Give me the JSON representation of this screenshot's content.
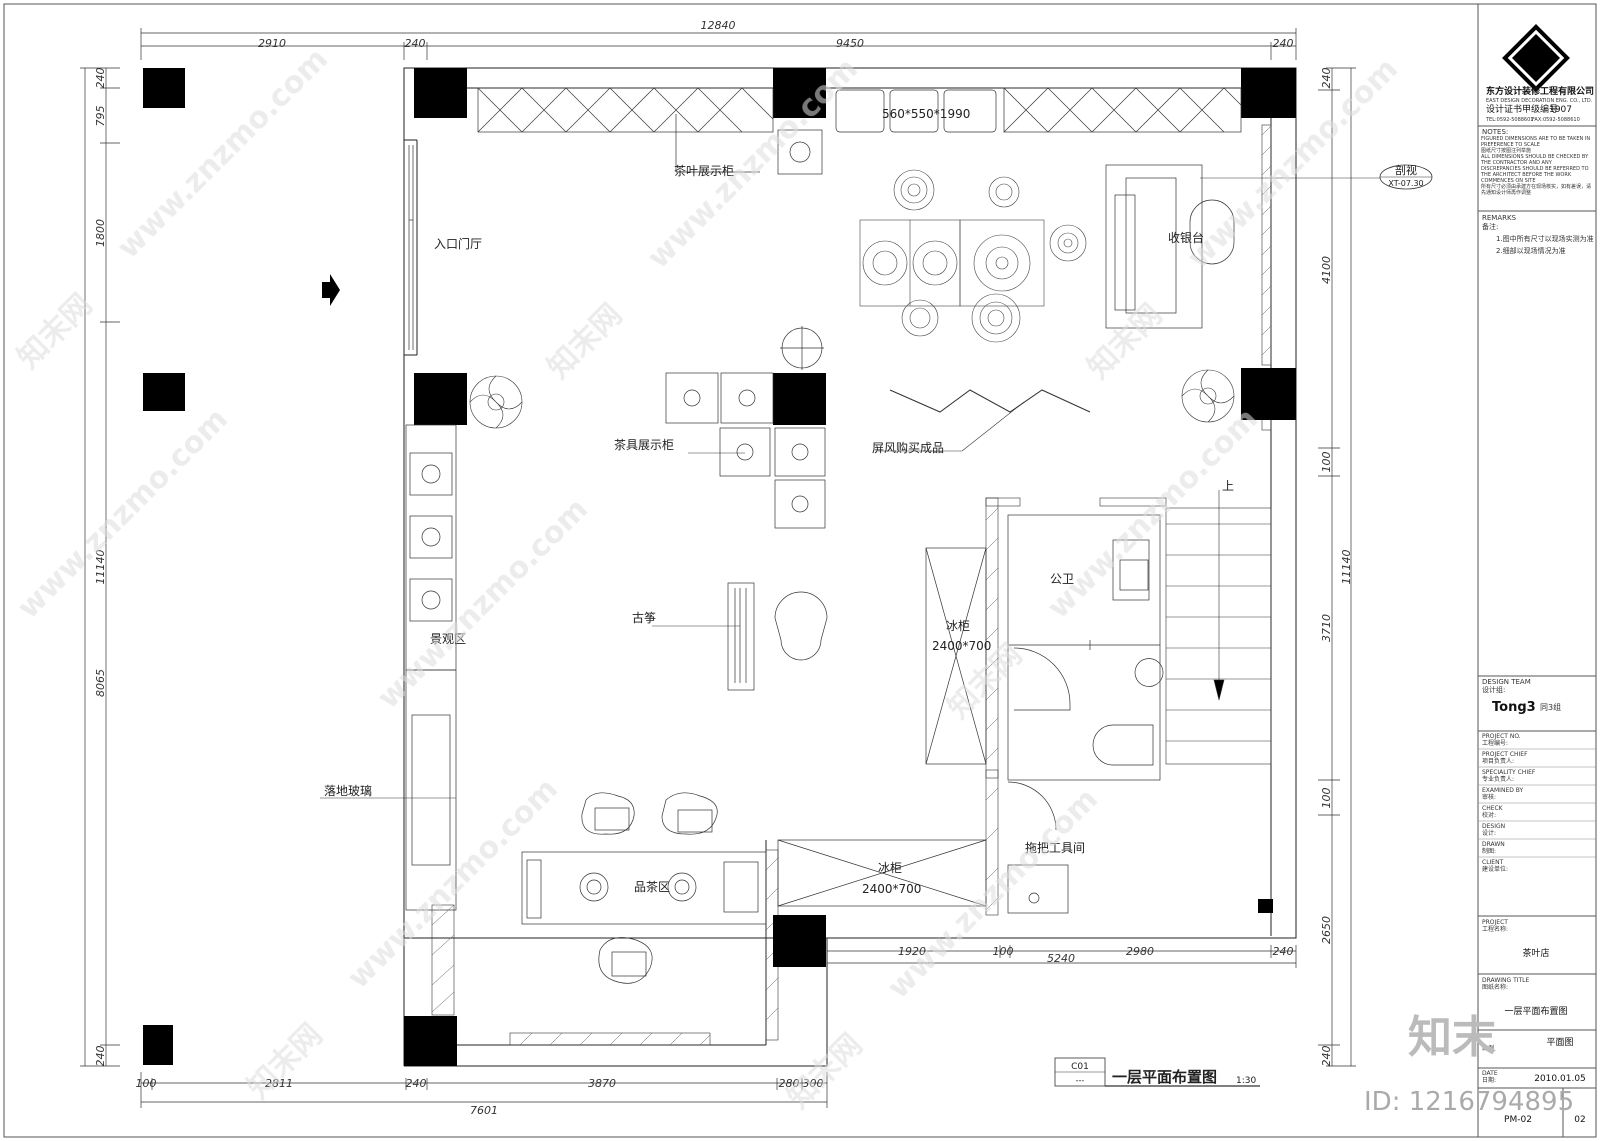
{
  "title_block": {
    "company_cn": "东方设计装修工程有限公司",
    "company_en": "EAST DESIGN DECORATION ENG. CO., LTD.",
    "cert_label": "设计证书甲级编号",
    "cert_no": "1907",
    "tel": "TEL:0592-5088601",
    "fax": "FAX:0592-5088610",
    "notes_head": "NOTES:",
    "notes_en": "FIGURED DIMENSIONS ARE TO BE TAKEN IN PREFERENCE TO SCALE",
    "notes_cn": "图纸尺寸按图注列举施",
    "notes_en2": "ALL DIMENSIONS SHOULD BE CHECKED BY THE CONTRACTOR AND ANY DISCREPANCIES SHOULD BE REFERRED TO THE ARCHITECT BEFORE THE WORK COMMENCES ON SITE",
    "notes_cn2": "所有尺寸必须由承建方在现场核实，如有差误，请先通知设计师再作调整",
    "remarks_head": "REMARKS",
    "remarks_cn": "备注:",
    "remarks": [
      "1.图中所有尺寸以现场实测为准",
      "2.细部以现场情况为准"
    ],
    "design_team": "DESIGN TEAM",
    "design_team_cn": "设计组:",
    "team_logo": "Tong3",
    "team_name": "同3组",
    "rows": [
      {
        "en": "PROJECT NO.",
        "cn": "工程编号:"
      },
      {
        "en": "PROJECT CHIEF",
        "cn": "项目负责人:"
      },
      {
        "en": "SPECIALITY CHIEF",
        "cn": "专业负责人:"
      },
      {
        "en": "EXAMINED BY",
        "cn": "审核:"
      },
      {
        "en": "CHECK",
        "cn": "校对:"
      },
      {
        "en": "DESIGN",
        "cn": "设计:"
      },
      {
        "en": "DRAWN",
        "cn": "制图:"
      },
      {
        "en": "CLIENT",
        "cn": "建设单位:"
      }
    ],
    "project_label": "PROJECT",
    "project_label_cn": "工程名称:",
    "project_name": "茶叶店",
    "drawing_title_label": "DRAWING TITLE",
    "drawing_title_cn": "图纸名称:",
    "drawing_title": "一层平面布置图",
    "scale_label": "比例",
    "scale_value": "平面图",
    "date_label": "DATE",
    "date_label_cn": "日期:",
    "date": "2010.01.05",
    "drawing_no": "PM-02",
    "sheet_no": "02"
  },
  "plan": {
    "ref_tag": "剖视",
    "ref_code": "XT-07.30",
    "cabinet_size": "560*550*1990",
    "labels": {
      "tea_cabinet": "茶叶展示柜",
      "entrance": "入口门厅",
      "cashier": "收银台",
      "screen": "屏风购买成品",
      "teaware_cabinet": "茶具展示柜",
      "up": "上",
      "toilet": "公卫",
      "fridge1": "冰柜",
      "fridge1_size": "2400*700",
      "guzheng": "古筝",
      "landscape": "景观区",
      "glass": "落地玻璃",
      "mop_room": "拖把工具间",
      "tea_area": "品茶区",
      "fridge2": "冰柜",
      "fridge2_size": "2400*700"
    },
    "dims_top_overall": "12840",
    "dims_top": [
      "2910",
      "240",
      "9450",
      "240"
    ],
    "dims_left_overall": "11140",
    "dims_left": [
      "240",
      "795",
      "1800",
      "8065",
      "240"
    ],
    "dims_right_overall": "11140",
    "dims_right": [
      "240",
      "4100",
      "100",
      "3710",
      "100",
      "2650",
      "240"
    ],
    "dims_bottom_overall": "7601",
    "dims_bottom": [
      "100",
      "2811",
      "240",
      "3870",
      "280",
      "300"
    ],
    "dims_mid_overall": "5240",
    "dims_mid": [
      "1920",
      "100",
      "2980",
      "240"
    ],
    "drawing_tag": "C01",
    "drawing_tag_sub": "---",
    "drawing_name": "一层平面布置图",
    "drawing_scale": "1:30"
  },
  "watermark": {
    "site": "www.znzmo.com",
    "brand": "知末网",
    "corner_logo": "知末",
    "id_text": "ID: 1216794895"
  }
}
